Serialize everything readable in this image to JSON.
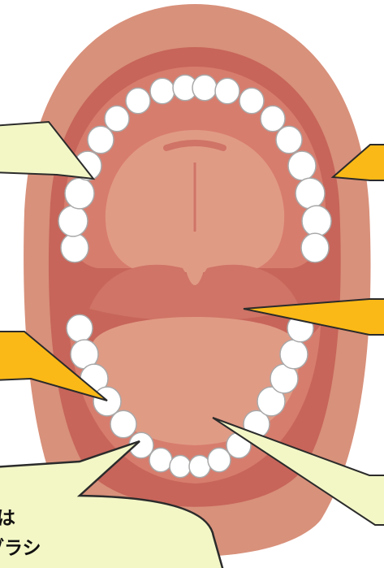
{
  "diagram": {
    "subject": "open-mouth-anatomy",
    "colors": {
      "outer_lip": "#d8917b",
      "inner_mouth": "#c7655a",
      "gum": "#d77d6e",
      "tongue_palate": "#e09b85",
      "palate_fold": "#cf7466",
      "tooth": "#ffffff",
      "tooth_outline": "#a9a9a9",
      "callout_green": "#f3f7c6",
      "callout_orange": "#fbb917",
      "callout_outline": "#2b2b2b"
    },
    "callouts": [
      {
        "id": "upper-left",
        "color": "green",
        "text": ""
      },
      {
        "id": "upper-right",
        "color": "orange",
        "text": ""
      },
      {
        "id": "palate-right",
        "color": "orange",
        "text": ""
      },
      {
        "id": "lower-left",
        "color": "orange",
        "text": ""
      },
      {
        "id": "bottom-left",
        "color": "green",
        "lines": [
          "は",
          "ブラシ"
        ]
      },
      {
        "id": "bottom-right",
        "color": "green",
        "text": ""
      }
    ]
  }
}
